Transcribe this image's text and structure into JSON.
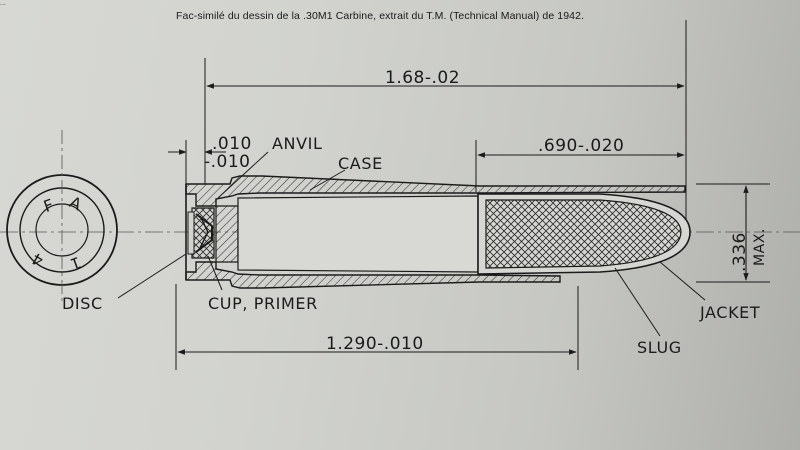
{
  "caption": "Fac-similé du dessin de la .30M1 Carbine, extrait du T.M. (Technical Manual) de 1942.",
  "dimensions": {
    "overall_length": "1.68-.02",
    "bullet_length": ".690-.020",
    "case_length": "1.290-.010",
    "rim_tolerance_plus": ".010",
    "rim_tolerance_minus": "-.010",
    "diameter": ".336",
    "diameter_note": "MAX."
  },
  "parts": {
    "anvil": "ANVIL",
    "case": "CASE",
    "disc": "DISC",
    "cup_primer": "CUP, PRIMER",
    "jacket": "JACKET",
    "slug": "SLUG"
  },
  "headstamp": {
    "letters": [
      "F",
      "A",
      "4",
      "1"
    ]
  },
  "colors": {
    "ink": "#1b1b1b",
    "paper": "#d3d4d0"
  }
}
